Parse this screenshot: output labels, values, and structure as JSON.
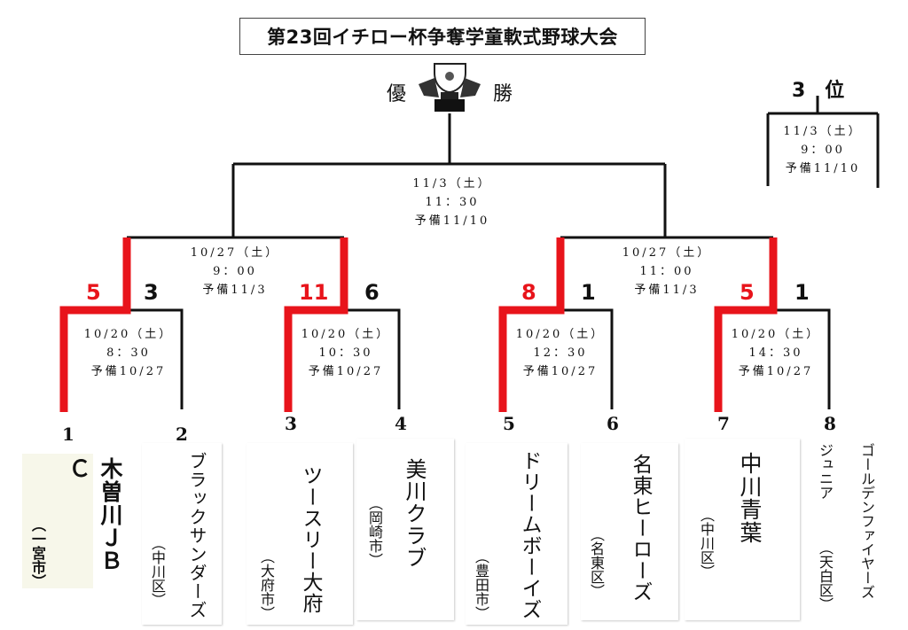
{
  "title": "第23回イチロー杯争奪学童軟式野球大会",
  "champion": {
    "left": "優",
    "right": "勝"
  },
  "final": {
    "date": "11/3（土）",
    "time": "11：30",
    "reserve": "予備11/10"
  },
  "third_place": {
    "label": "3　位",
    "date": "11/3（土）",
    "time": "9：00",
    "reserve": "予備11/10"
  },
  "semis": [
    {
      "date": "10/27（土）",
      "time": "9：00",
      "reserve": "予備11/3"
    },
    {
      "date": "10/27（土）",
      "time": "11：00",
      "reserve": "予備11/3"
    }
  ],
  "quarters": [
    {
      "date": "10/20（土）",
      "time": "8：30",
      "reserve": "予備10/27",
      "score_left": "5",
      "score_right": "3"
    },
    {
      "date": "10/20（土）",
      "time": "10：30",
      "reserve": "予備10/27",
      "score_left": "11",
      "score_right": "6"
    },
    {
      "date": "10/20（土）",
      "time": "12：30",
      "reserve": "予備10/27",
      "score_left": "8",
      "score_right": "1"
    },
    {
      "date": "10/20（土）",
      "time": "14：30",
      "reserve": "予備10/27",
      "score_left": "5",
      "score_right": "1"
    }
  ],
  "teams": [
    {
      "seed": "1",
      "name": "木曽川ＪＢＣ",
      "city": "（一宮市）"
    },
    {
      "seed": "2",
      "name": "ブラックサンダーズ",
      "city": "（中川区）"
    },
    {
      "seed": "3",
      "name": "ツースリー大府",
      "city": "（大府市）"
    },
    {
      "seed": "4",
      "name": "美川クラブ",
      "city": "（岡崎市）"
    },
    {
      "seed": "5",
      "name": "ドリームボーイズ",
      "city": "（豊田市）"
    },
    {
      "seed": "6",
      "name": "名東ヒーローズ",
      "city": "（名東区）"
    },
    {
      "seed": "7",
      "name": "中川青葉",
      "city": "（中川区）"
    },
    {
      "seed": "8",
      "name": "ゴールデンファイヤーズ",
      "name2": "ジュニア",
      "city": "（天白区）"
    }
  ],
  "colors": {
    "winner_line": "#e8141b",
    "line": "#111111"
  }
}
